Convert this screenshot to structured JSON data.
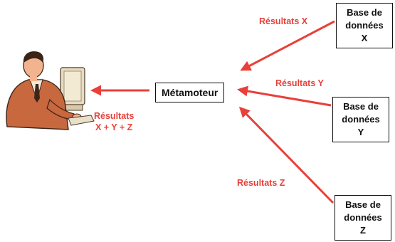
{
  "colors": {
    "arrow": "#e8403a",
    "label": "#e8403a",
    "box_border": "#111111",
    "suit": "#c8683e",
    "shirt": "#f4e8d6",
    "skin": "#f2b48e",
    "monitor": "#e8dcc0"
  },
  "metamoteur": {
    "label": "Métamoteur"
  },
  "databases": [
    {
      "lines": [
        "Base de",
        "données",
        "X"
      ]
    },
    {
      "lines": [
        "Base de",
        "données",
        "Y"
      ]
    },
    {
      "lines": [
        "Base de",
        "données",
        "Z"
      ]
    }
  ],
  "edge_labels": {
    "x": "Résultats X",
    "y": "Résultats Y",
    "z": "Résultats Z",
    "combined_line1": "Résultats",
    "combined_line2": "X + Y + Z"
  },
  "icons": {
    "user": "person-at-computer-icon"
  }
}
